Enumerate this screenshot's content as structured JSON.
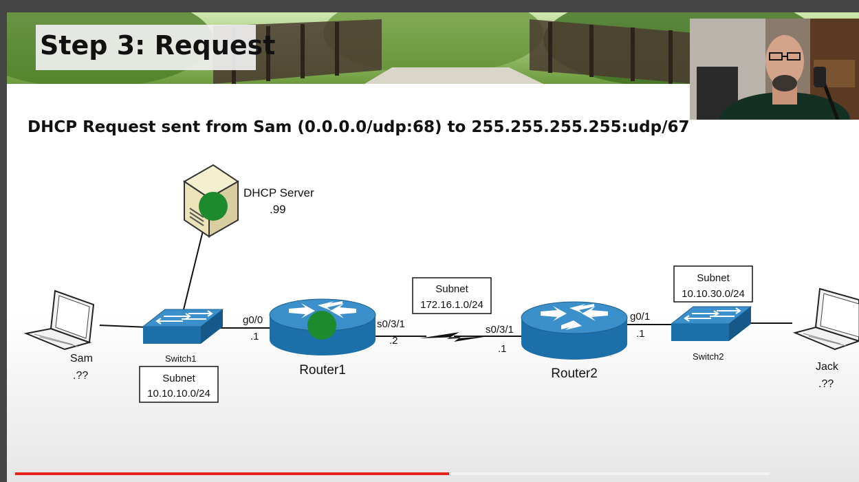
{
  "slide": {
    "title": "Step 3: Request",
    "heading": "DHCP Request sent from Sam (0.0.0.0/udp:68) to 255.255.255.255:udp/67"
  },
  "devices": {
    "dhcp_server": {
      "label": "DHCP Server",
      "host": ".99"
    },
    "sam": {
      "label": "Sam",
      "host": ".??"
    },
    "jack": {
      "label": "Jack",
      "host": ".??"
    },
    "switch1": {
      "label": "Switch1"
    },
    "switch2": {
      "label": "Switch2"
    },
    "router1": {
      "label": "Router1"
    },
    "router2": {
      "label": "Router2"
    }
  },
  "interfaces": {
    "r1_g00": {
      "name": "g0/0",
      "host": ".1"
    },
    "r1_s031": {
      "name": "s0/3/1",
      "host": ".2"
    },
    "r2_s031": {
      "name": "s0/3/1",
      "host": ".1"
    },
    "r2_g01": {
      "name": "g0/1",
      "host": ".1"
    }
  },
  "subnets": {
    "lan1": {
      "title": "Subnet",
      "cidr": "10.10.10.0/24"
    },
    "wan": {
      "title": "Subnet",
      "cidr": "172.16.1.0/24"
    },
    "lan3": {
      "title": "Subnet",
      "cidr": "10.10.30.0/24"
    }
  },
  "colors": {
    "active_marker": "#1e8a2e",
    "device_blue": "#1c6fa8",
    "progress": "#e52219"
  },
  "player": {
    "progress_fraction": 0.575
  }
}
